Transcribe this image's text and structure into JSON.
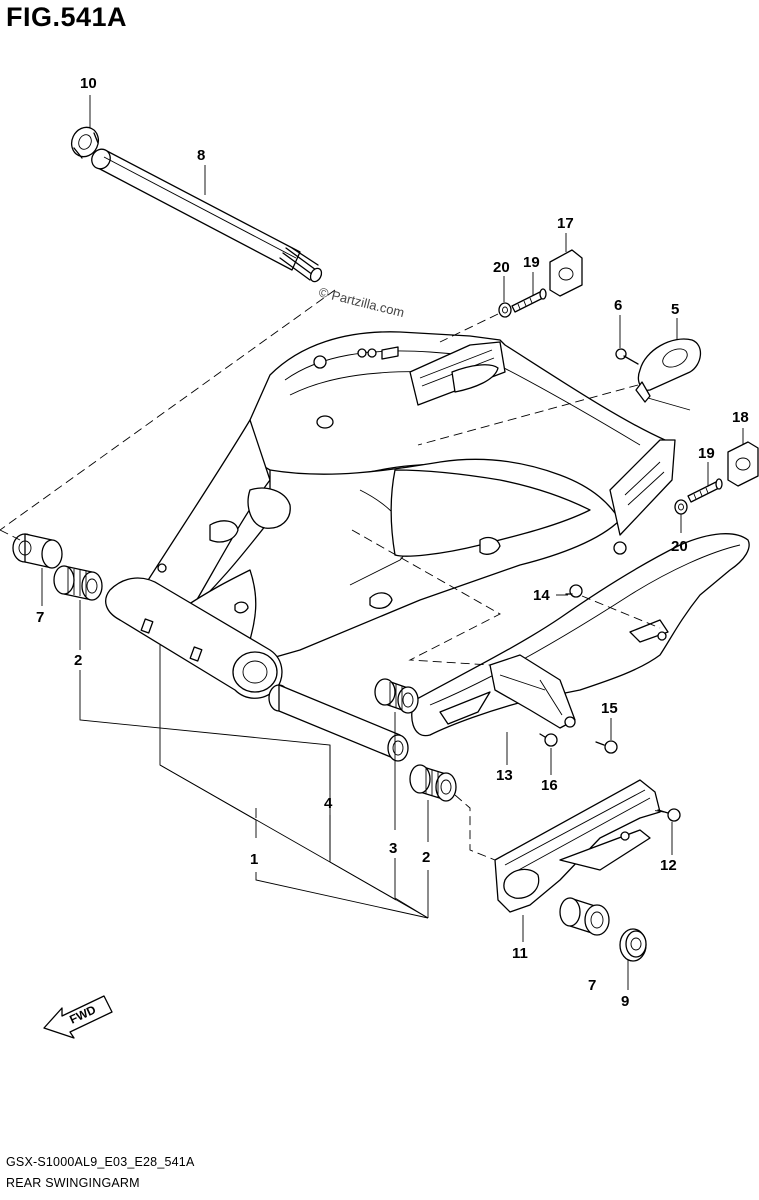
{
  "figure": {
    "title": "FIG.541A",
    "model_code": "GSX-S1000AL9_E03_E28_541A",
    "section": "REAR SWINGINGARM",
    "watermark": "© Partzilla.com",
    "fwd_label": "FWD"
  },
  "callouts": [
    "10",
    "8",
    "17",
    "20",
    "19",
    "6",
    "5",
    "18",
    "19",
    "20",
    "14",
    "7",
    "2",
    "15",
    "13",
    "16",
    "4",
    "3",
    "2",
    "1",
    "12",
    "11",
    "7",
    "9"
  ]
}
